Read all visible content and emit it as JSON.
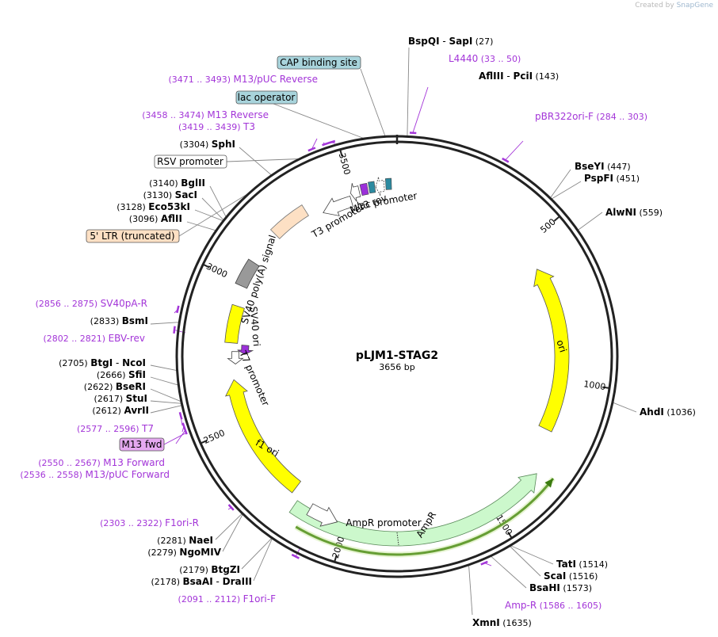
{
  "credit": {
    "prefix": "Created by",
    "brand": "SnapGene"
  },
  "plasmid": {
    "name": "pLJM1-STAG2",
    "size": "3656 bp"
  },
  "colors": {
    "primer": "#a335d8",
    "enzyme_text": "#000000",
    "leader": "#888888",
    "ori": "#ffff00",
    "ampr": "#ccf8cc",
    "ampr_outline": "#336633",
    "orf_line": "#3b7b0f",
    "promoter": "#ffffff",
    "polya": "#999999",
    "ltr": "#fde0c4",
    "cap": "#a8d4dc",
    "lac_operator": "#a8d4dc",
    "m13fwd_box": "#e5a9f0",
    "teal_box": "#2c8aa0",
    "purple_box": "#9b30d9"
  },
  "ticks": [
    "500",
    "1000",
    "1500",
    "2000",
    "2500",
    "3000",
    "3500"
  ],
  "features": {
    "ori": "ori",
    "ampr": "AmpR",
    "ampr_promoter": "AmpR promoter",
    "f1_ori": "f1 ori",
    "t7_promoter": "T7 promoter",
    "sv40_ori": "SV40 ori",
    "sv40_polya": "SV40 poly(A) signal",
    "t3_promoter": "T3 promoter",
    "m13_rev": "M13 rev",
    "lac_promoter": "lac promoter"
  },
  "boxed_labels": {
    "cap": "CAP binding site",
    "lac_operator": "lac operator",
    "rsv": "RSV promoter",
    "ltr": "5' LTR (truncated)",
    "m13_fwd": "M13 fwd"
  },
  "enzymes": [
    {
      "name": "BspQI",
      "sep": " - ",
      "name2": "SapI",
      "pos": "(27)"
    },
    {
      "name": "AflIII",
      "sep": " - ",
      "name2": "PciI",
      "pos": "(143)"
    },
    {
      "name": "BseYI",
      "pos": "(447)"
    },
    {
      "name": "PspFI",
      "pos": "(451)"
    },
    {
      "name": "AlwNI",
      "pos": "(559)"
    },
    {
      "name": "AhdI",
      "pos": "(1036)"
    },
    {
      "name": "TatI",
      "pos": "(1514)"
    },
    {
      "name": "ScaI",
      "pos": "(1516)"
    },
    {
      "name": "BsaHI",
      "pos": "(1573)"
    },
    {
      "name": "XmnI",
      "pos": "(1635)"
    },
    {
      "name": "BtgZI",
      "pos": "(2179)"
    },
    {
      "name": "BsaAI",
      "sep": " - ",
      "name2": "DraIII",
      "pos": "(2178)"
    },
    {
      "name": "NaeI",
      "pos": "(2281)"
    },
    {
      "name": "NgoMIV",
      "pos": "(2279)"
    },
    {
      "name": "BtgI",
      "sep": " - ",
      "name2": "NcoI",
      "pos": "(2705)"
    },
    {
      "name": "SfiI",
      "pos": "(2666)"
    },
    {
      "name": "BseRI",
      "pos": "(2622)"
    },
    {
      "name": "StuI",
      "pos": "(2617)"
    },
    {
      "name": "AvrII",
      "pos": "(2612)"
    },
    {
      "name": "BsmI",
      "pos": "(2833)"
    },
    {
      "name": "AflII",
      "pos": "(3096)"
    },
    {
      "name": "Eco53kI",
      "pos": "(3128)"
    },
    {
      "name": "SacI",
      "pos": "(3130)"
    },
    {
      "name": "BglII",
      "pos": "(3140)"
    },
    {
      "name": "SphI",
      "pos": "(3304)"
    }
  ],
  "primers": [
    {
      "name": "L4440",
      "range": "(33 .. 50)"
    },
    {
      "name": "pBR322ori-F",
      "range": "(284 .. 303)"
    },
    {
      "name": "Amp-R",
      "range": "(1586 .. 1605)"
    },
    {
      "name": "F1ori-F",
      "range": "(2091 .. 2112)"
    },
    {
      "name": "F1ori-R",
      "range": "(2303 .. 2322)"
    },
    {
      "name": "M13/pUC Forward",
      "range": "(2536 .. 2558)"
    },
    {
      "name": "M13 Forward",
      "range": "(2550 .. 2567)"
    },
    {
      "name": "T7",
      "range": "(2577 .. 2596)"
    },
    {
      "name": "EBV-rev",
      "range": "(2802 .. 2821)"
    },
    {
      "name": "SV40pA-R",
      "range": "(2856 .. 2875)"
    },
    {
      "name": "T3",
      "range": "(3419 .. 3439)"
    },
    {
      "name": "M13 Reverse",
      "range": "(3458 .. 3474)"
    },
    {
      "name": "M13/pUC Reverse",
      "range": "(3471 .. 3493)"
    }
  ]
}
